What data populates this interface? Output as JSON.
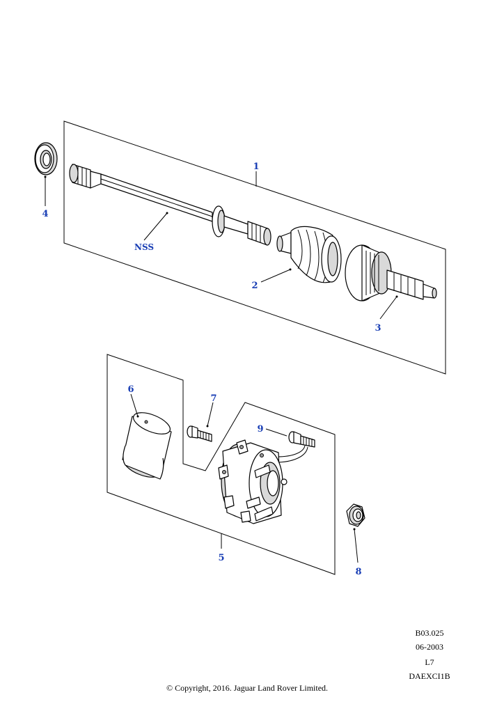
{
  "callouts": {
    "c1": "1",
    "c2": "2",
    "c3": "3",
    "c4": "4",
    "c5": "5",
    "c6": "6",
    "c7": "7",
    "c8": "8",
    "c9": "9",
    "nss": "NSS"
  },
  "footer": {
    "ref": "B03.025",
    "date": "06-2003",
    "level": "L7",
    "code": "DAEXCI1B",
    "copyright": "© Copyright, 2016. Jaguar Land Rover Limited."
  },
  "colors": {
    "callout": "#1a3fb5"
  }
}
